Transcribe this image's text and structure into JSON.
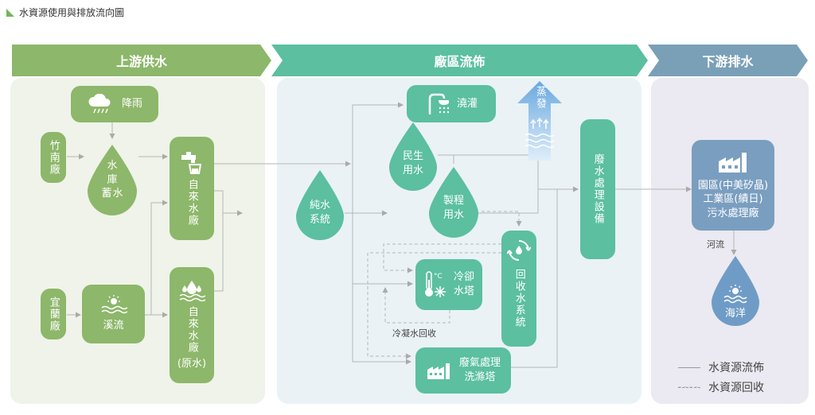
{
  "title": "水資源使用與排放流向圖",
  "sections": {
    "upstream": "上游供水",
    "factory": "廠區流佈",
    "downstream": "下游排水"
  },
  "nodes": {
    "rain": "降雨",
    "zhunan": "竹南廠",
    "reservoir": [
      "水",
      "庫",
      "蓄",
      "水"
    ],
    "tapwater1": "自來水廠",
    "yilan": "宜蘭廠",
    "stream": "溪流",
    "tapwater2": "自來水廠",
    "tapwater2_sub": "(原水)",
    "pure_water": [
      "純水",
      "系統"
    ],
    "irrigation": "澆灌",
    "domestic": [
      "民生",
      "用水"
    ],
    "process": [
      "製程",
      "用水"
    ],
    "evaporation": "蒸發",
    "wastewater_facility": "廢水處理設備",
    "recycle": "回收水系統",
    "cooling": [
      "冷卻",
      "水塔"
    ],
    "condensate": "冷凝水回收",
    "scrubber": [
      "廢氣處理",
      "洗滌塔"
    ],
    "industrial_park": [
      "園區(中美矽晶)",
      "工業區(績日)",
      "污水處理廠"
    ],
    "river": "河流",
    "ocean": "海洋"
  },
  "legend": {
    "flow": "水資源流佈",
    "recycle": "水資源回收"
  },
  "colors": {
    "green": "#8db76a",
    "teal": "#5bbfa0",
    "steel": "#7aa0b8",
    "line": "#b0b0b0"
  },
  "icons": [
    "rain-cloud-icon",
    "faucet-icon",
    "water-drops-icon",
    "sun-waves-icon",
    "shower-icon",
    "steam-arrows-icon",
    "recycle-icon",
    "thermometer-snow-icon",
    "factory-icon"
  ]
}
